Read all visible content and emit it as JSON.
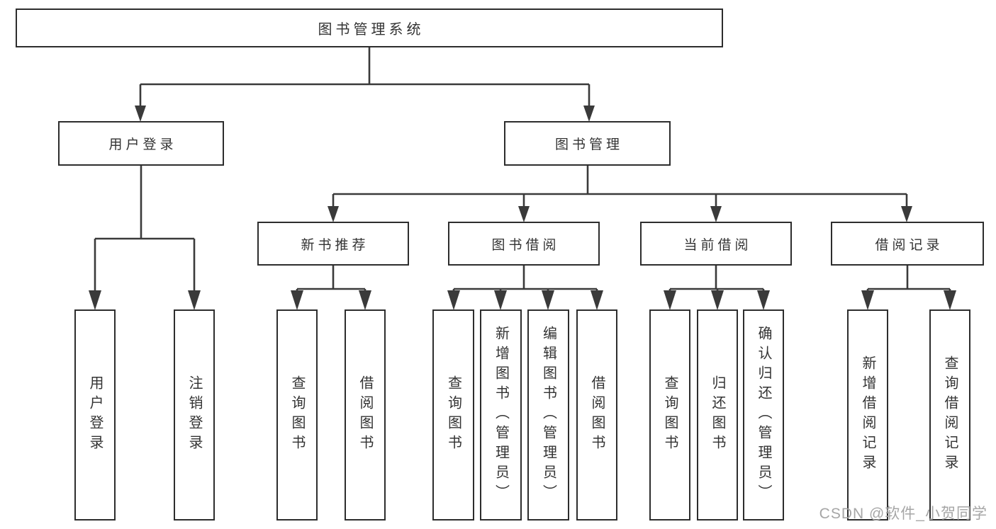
{
  "tree": {
    "root": {
      "label": "图书管理系统",
      "children": [
        {
          "label": "用户登录",
          "children": [
            {
              "label": "用户登录"
            },
            {
              "label": "注销登录"
            }
          ]
        },
        {
          "label": "图书管理",
          "children": [
            {
              "label": "新书推荐",
              "children": [
                {
                  "label": "查询图书"
                },
                {
                  "label": "借阅图书"
                }
              ]
            },
            {
              "label": "图书借阅",
              "children": [
                {
                  "label": "查询图书"
                },
                {
                  "label": "新增图书（管理员）"
                },
                {
                  "label": "编辑图书（管理员）"
                },
                {
                  "label": "借阅图书"
                }
              ]
            },
            {
              "label": "当前借阅",
              "children": [
                {
                  "label": "查询图书"
                },
                {
                  "label": "归还图书"
                },
                {
                  "label": "确认归还（管理员）"
                }
              ]
            },
            {
              "label": "借阅记录",
              "children": [
                {
                  "label": "新增借阅记录"
                },
                {
                  "label": "查询借阅记录"
                }
              ]
            }
          ]
        }
      ]
    }
  },
  "watermark": {
    "text": "CSDN @软件_小贺同学"
  },
  "colors": {
    "line": "#3a3a3a",
    "border": "#2d2d2d",
    "text": "#333333",
    "watermark": "#a6a6a6",
    "background": "#ffffff"
  }
}
